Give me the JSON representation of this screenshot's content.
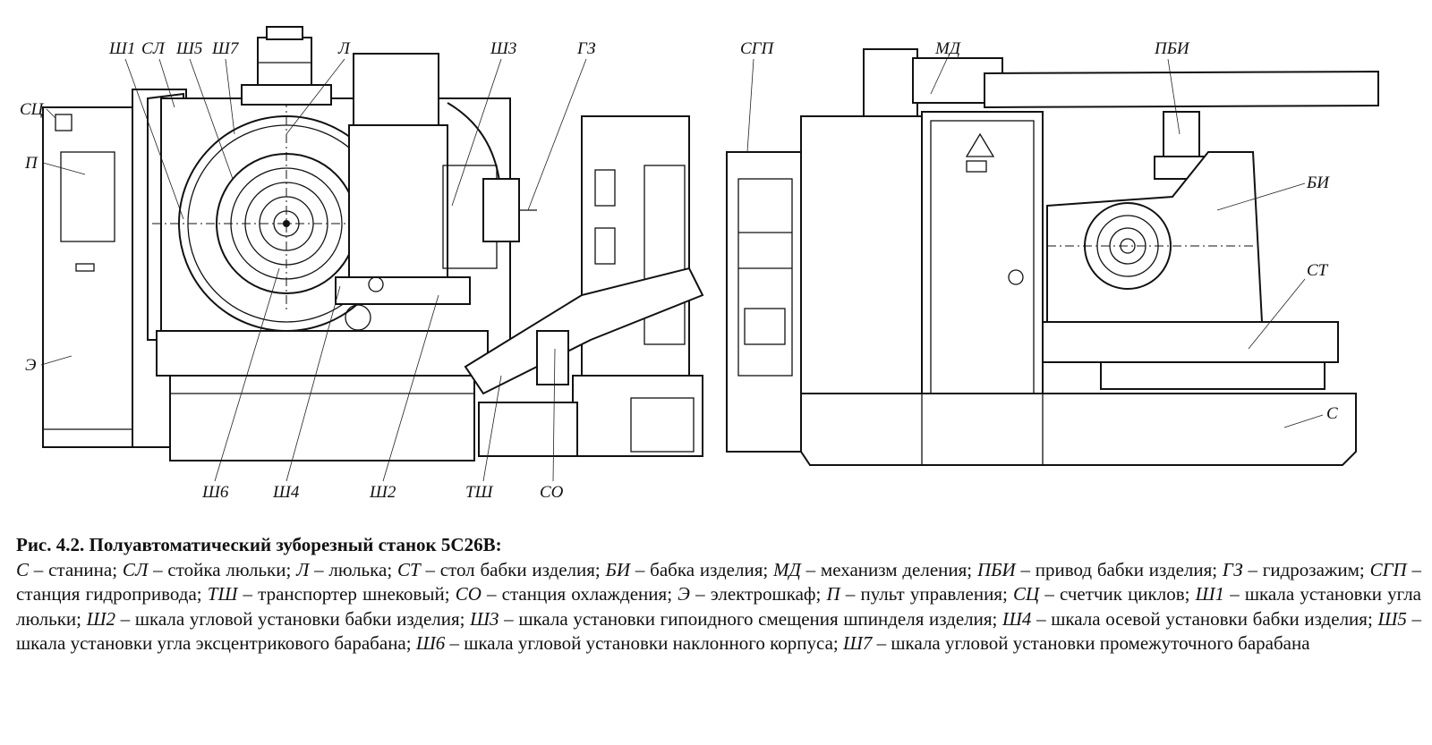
{
  "figure": {
    "labels_left": [
      "СЦ",
      "П",
      "Э",
      "Ш1",
      "СЛ",
      "Ш5",
      "Ш7",
      "Л",
      "Ш3",
      "ГЗ",
      "Ш6",
      "Ш4",
      "Ш2",
      "ТШ",
      "СО"
    ],
    "labels_right": [
      "СГП",
      "МД",
      "ПБИ",
      "БИ",
      "СТ",
      "С"
    ]
  },
  "caption": {
    "title": "Рис. 4.2. Полуавтоматический зуборезный станок 5С26В:",
    "legend": [
      {
        "abbr": "С",
        "text": "станина"
      },
      {
        "abbr": "СЛ",
        "text": "стойка люльки"
      },
      {
        "abbr": "Л",
        "text": "люлька"
      },
      {
        "abbr": "СТ",
        "text": "стол бабки изделия"
      },
      {
        "abbr": "БИ",
        "text": "бабка изделия"
      },
      {
        "abbr": "МД",
        "text": "механизм деления"
      },
      {
        "abbr": "ПБИ",
        "text": "привод бабки изделия"
      },
      {
        "abbr": "ГЗ",
        "text": "гидрозажим"
      },
      {
        "abbr": "СГП",
        "text": "станция гидропривода"
      },
      {
        "abbr": "ТШ",
        "text": "транспортер шнековый"
      },
      {
        "abbr": "СО",
        "text": "станция охлаждения"
      },
      {
        "abbr": "Э",
        "text": "электрошкаф"
      },
      {
        "abbr": "П",
        "text": "пульт управления"
      },
      {
        "abbr": "СЦ",
        "text": "счетчик циклов"
      },
      {
        "abbr": "Ш1",
        "text": "шкала установки угла люльки"
      },
      {
        "abbr": "Ш2",
        "text": "шкала угловой установки бабки изделия"
      },
      {
        "abbr": "Ш3",
        "text": "шкала установки гипоидного смещения шпинделя изделия"
      },
      {
        "abbr": "Ш4",
        "text": "шкала осевой установки бабки изделия"
      },
      {
        "abbr": "Ш5",
        "text": "шкала установки угла эксцентрикового барабана"
      },
      {
        "abbr": "Ш6",
        "text": "шкала угловой установки наклонного корпуса"
      },
      {
        "abbr": "Ш7",
        "text": "шкала угловой установки промежуточного барабана"
      }
    ]
  }
}
